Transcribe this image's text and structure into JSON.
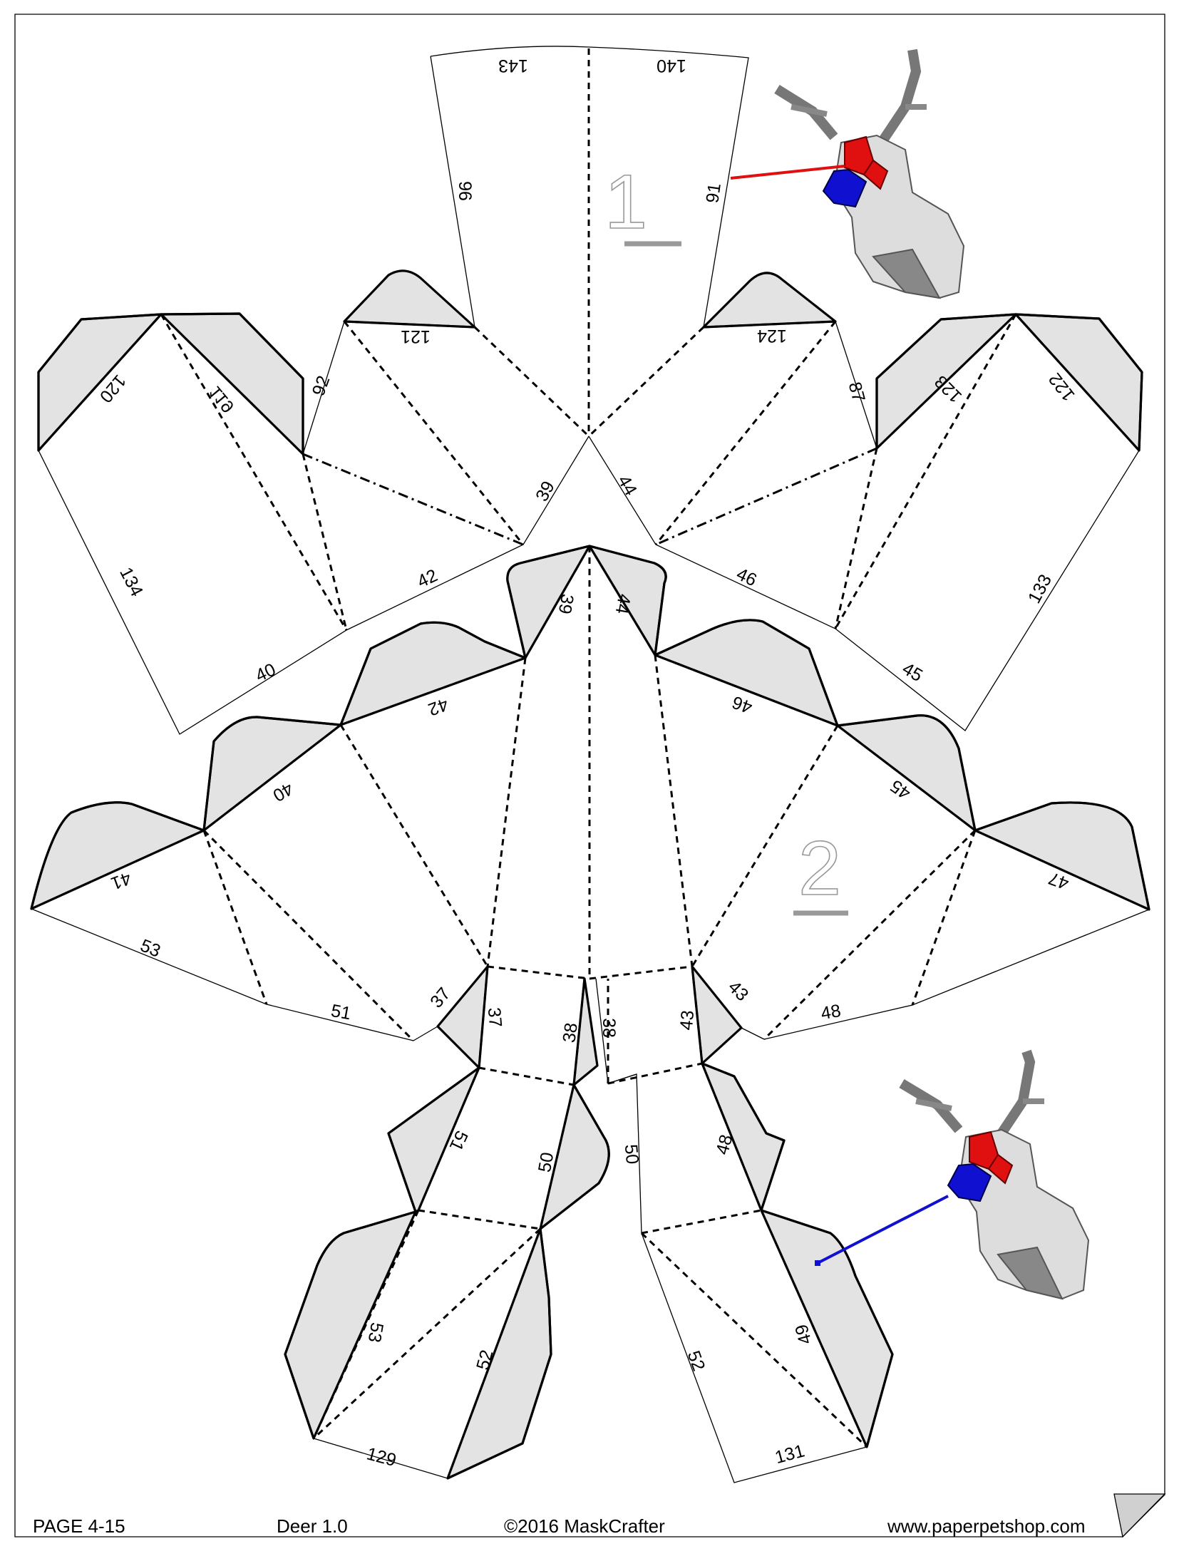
{
  "footer": {
    "page": "PAGE 4-15",
    "model": "Deer 1.0",
    "copyright": "©2016 MaskCrafter",
    "website": "www.paperpetshop.com"
  },
  "parts": [
    {
      "number": "1",
      "highlight_color": "#e01010"
    },
    {
      "number": "2",
      "highlight_color": "#1010d0"
    }
  ],
  "edge_labels": [
    "143",
    "140",
    "96",
    "91",
    "121",
    "124",
    "120",
    "119",
    "92",
    "87",
    "123",
    "122",
    "39",
    "44",
    "134",
    "42",
    "46",
    "133",
    "40",
    "45",
    "39",
    "44",
    "42",
    "46",
    "40",
    "45",
    "41",
    "47",
    "53",
    "51",
    "37",
    "37",
    "38",
    "38",
    "43",
    "43",
    "48",
    "49",
    "51",
    "50",
    "50",
    "48",
    "53",
    "52",
    "52",
    "49",
    "129",
    "131"
  ]
}
